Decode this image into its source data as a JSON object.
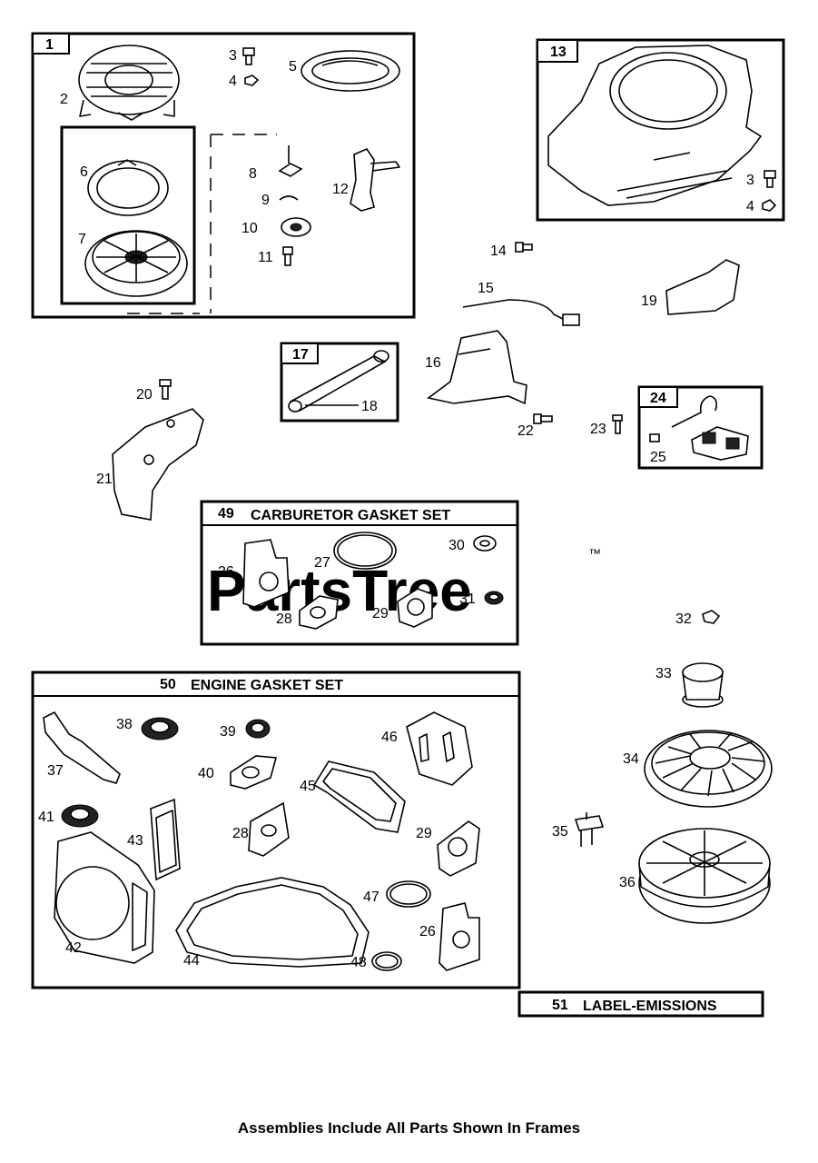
{
  "frames": {
    "f1": "1",
    "f13": "13",
    "f17": "17",
    "f24": "24"
  },
  "sets": {
    "carb_num": "49",
    "carb_title": "CARBURETOR  GASKET SET",
    "engine_num": "50",
    "engine_title": "ENGINE GASKET SET",
    "label_num": "51",
    "label_title": "LABEL-EMISSIONS"
  },
  "labels": {
    "p2": "2",
    "p3a": "3",
    "p4a": "4",
    "p5": "5",
    "p6": "6",
    "p7": "7",
    "p8": "8",
    "p9": "9",
    "p10": "10",
    "p11": "11",
    "p12": "12",
    "p3b": "3",
    "p4b": "4",
    "p14": "14",
    "p15": "15",
    "p16": "16",
    "p18": "18",
    "p19": "19",
    "p20": "20",
    "p21": "21",
    "p22": "22",
    "p23": "23",
    "p25": "25",
    "p26a": "26",
    "p27": "27",
    "p28a": "28",
    "p29a": "29",
    "p30": "30",
    "p31": "31",
    "p32": "32",
    "p33": "33",
    "p34": "34",
    "p35": "35",
    "p36": "36",
    "p37": "37",
    "p38": "38",
    "p39": "39",
    "p40": "40",
    "p41": "41",
    "p42": "42",
    "p43": "43",
    "p44": "44",
    "p45": "45",
    "p46": "46",
    "p47": "47",
    "p48": "48",
    "p28b": "28",
    "p29b": "29",
    "p26b": "26"
  },
  "watermark": {
    "text": "PartsTree",
    "tm": "™"
  },
  "footer": "Assemblies Include All Parts Shown In Frames"
}
